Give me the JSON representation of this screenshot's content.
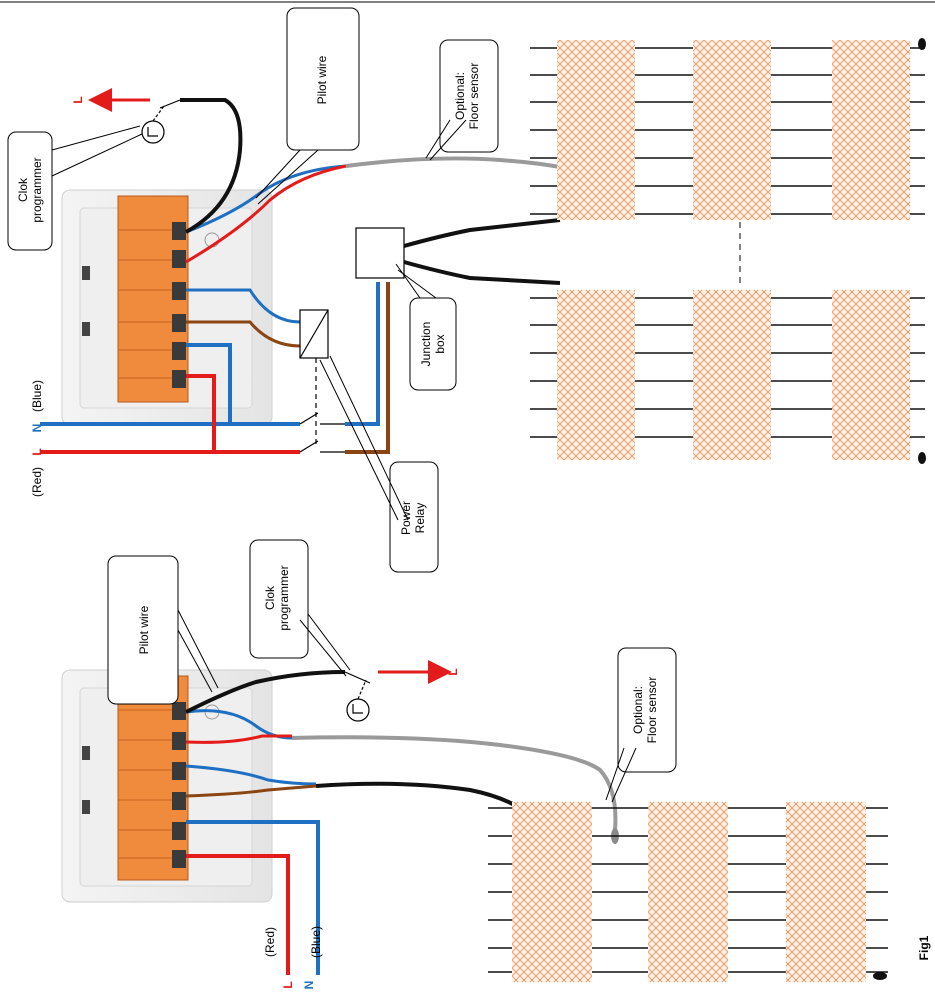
{
  "top": {
    "callout_clock": [
      "Clok",
      "programmer"
    ],
    "callout_pilot": "Pilot wire",
    "callout_sensor": [
      "Optional:",
      "Floor sensor"
    ],
    "callout_junction": [
      "Junction",
      "box"
    ],
    "callout_relay": [
      "Power",
      "Relay"
    ],
    "label_n": "N",
    "label_l": "L",
    "label_blue": "(Blue)",
    "label_red": "(Red)",
    "label_l_out": "L"
  },
  "bottom": {
    "callout_pilot": "Pilot wire",
    "callout_clock": [
      "Clok",
      "programmer"
    ],
    "callout_sensor": [
      "Optional:",
      "Floor sensor"
    ],
    "label_red": "(Red)",
    "label_blue": "(Blue)",
    "label_l": "L",
    "label_n": "N",
    "label_l_out": "L"
  },
  "figure_label": "Fig1",
  "colors": {
    "live": "#e41b1b",
    "neutral": "#1f6fc2",
    "pilot": "#111111",
    "sensor": "#9a9a9a",
    "relay_wire": "#8b4513",
    "terminal": "#f08a3c",
    "mat": "#f2c7a6"
  }
}
